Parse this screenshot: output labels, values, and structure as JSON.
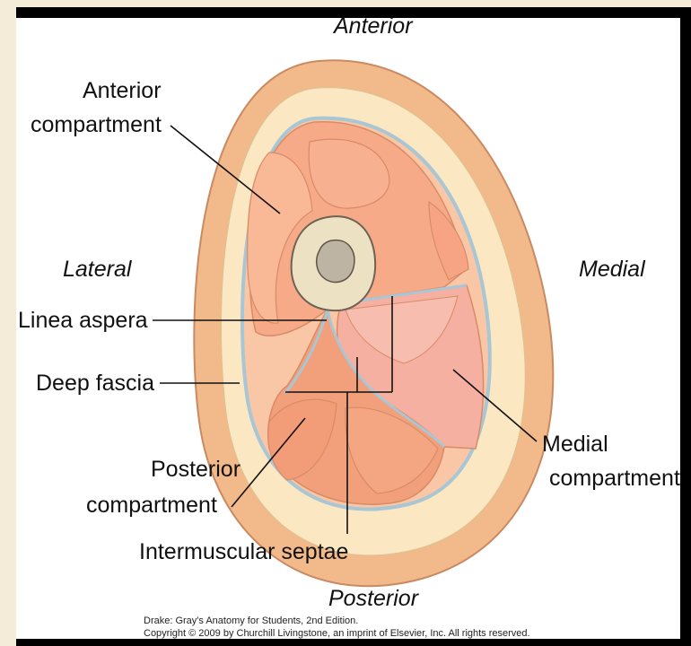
{
  "labels": {
    "anterior": "Anterior",
    "posterior": "Posterior",
    "lateral": "Lateral",
    "medial": "Medial",
    "anterior_compartment": [
      "Anterior",
      "compartment"
    ],
    "linea_aspera": "Linea aspera",
    "deep_fascia": "Deep fascia",
    "posterior_compartment": [
      "Posterior",
      "compartment"
    ],
    "intermuscular_septae": "Intermuscular septae",
    "medial_compartment": [
      "Medial",
      "compartment"
    ]
  },
  "credit": {
    "line1": "Drake: Gray's Anatomy for Students, 2nd Edition.",
    "line2": "Copyright © 2009 by Churchill Livingstone, an imprint of Elsevier, Inc. All rights reserved."
  },
  "colors": {
    "skin": "#f2b98a",
    "fat": "#fbe8c3",
    "anterior_muscle": "#f7aa88",
    "medial_muscle": "#f6b0a2",
    "posterior_muscle": "#f29f7c",
    "fascia": "#a9c6d4",
    "bone": "#ede1c4",
    "marrow": "#bdb4a4"
  }
}
